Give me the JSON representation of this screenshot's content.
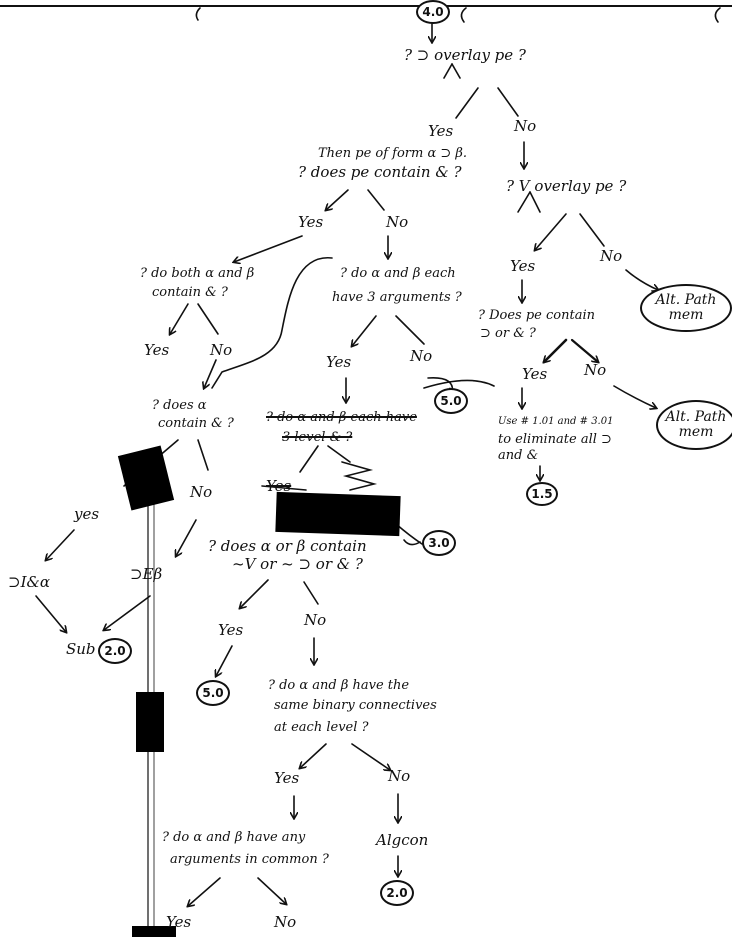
{
  "top": {
    "label_40": "4.0",
    "q1": "? ⊃ overlay pe ?"
  },
  "left_branch": {
    "yes1": "Yes",
    "then": "Then pe of form α ⊃ β.",
    "q_contain": "? does pe contain & ?",
    "yes2": "Yes",
    "no2": "No",
    "q_both_1": "? do both α and β",
    "q_both_2": "contain & ?",
    "yes3": "Yes",
    "no3": "No",
    "q_alpha_1": "? does α",
    "q_alpha_2": "contain & ?",
    "yes4": "yes",
    "no4": "No",
    "out_left": "⊃I&α",
    "out_right": "⊃Eβ",
    "sub_label": "Sub",
    "sub_num": "2.0",
    "q_3args_1": "? do α and β each",
    "q_3args_2": "have 3 arguments ?",
    "yes5": "Yes",
    "no5": "No",
    "num_50a": "5.0",
    "struck_1": "? do α and β each have",
    "struck_2": "3 level & ?",
    "struck_yes": "Yes",
    "struck_num": "3.0",
    "q_neg_1": "? does α or β contain",
    "q_neg_2": "~V or ~ ⊃ or & ?",
    "yes6": "Yes",
    "no6": "No",
    "num_50b": "5.0",
    "q_same_1": "? do α and β have the",
    "q_same_2": "same binary connectives",
    "q_same_3": "at each level ?",
    "yes7": "Yes",
    "no7": "No",
    "q_common_1": "? do α and β have any",
    "q_common_2": "arguments in common ?",
    "yes8": "Yes",
    "no8": "No",
    "algcon": "Algcon",
    "num_20b": "2.0"
  },
  "right_branch": {
    "no1": "No",
    "q_vee": "? V overlay pe ?",
    "yes2": "Yes",
    "no2": "No",
    "alt1_a": "Alt. Path",
    "alt1_b": "mem",
    "q_contain_1": "? Does pe contain",
    "q_contain_2": "⊃ or & ?",
    "yes3": "Yes",
    "no3": "No",
    "use_1": "Use # 1.01 and # 3.01",
    "use_2": "to eliminate all ⊃",
    "use_3": "and &",
    "num_15": "1.5",
    "alt2_a": "Alt. Path",
    "alt2_b": "mem"
  }
}
